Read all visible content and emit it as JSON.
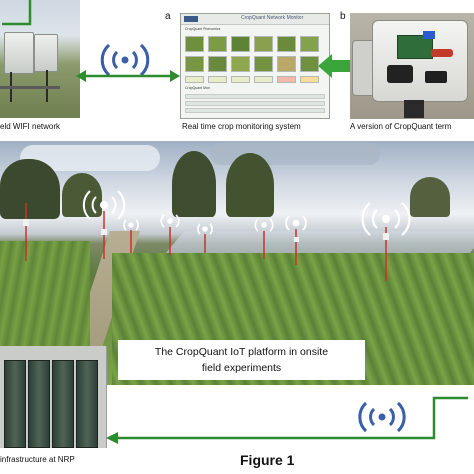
{
  "panels": {
    "field_wifi": {
      "caption": "eld WIFI network"
    },
    "dashboard": {
      "letter": "a",
      "caption": "Real time crop monitoring system",
      "header_title": "CropQuant Network Monitor",
      "section_1": "CropQuant Phenomics",
      "section_2": "CropQuant Mon"
    },
    "terminal": {
      "letter": "b",
      "caption": "A version of CropQuant term"
    },
    "field": {
      "line_1": "The CropQuant IoT platform in onsite",
      "line_2": "field experiments"
    },
    "server": {
      "caption": "infrastructure at NRP"
    }
  },
  "figure_title": "Figure 1",
  "colors": {
    "link_green": "#2e8b2e",
    "wifi_blue": "#3a5ea8",
    "arrow_fill_green": "#3aa53a"
  },
  "icons": [
    "wifi-signal-icon",
    "arrow-icon"
  ]
}
